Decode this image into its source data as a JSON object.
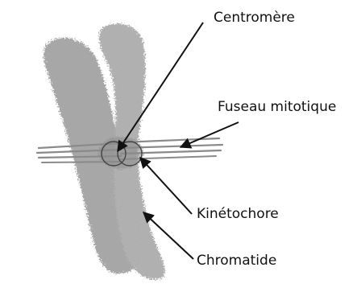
{
  "labels": {
    "centromere": "Centromère",
    "fuseau": "Fuseau mitotique",
    "kinetochore": "Kinétochore",
    "chromatide": "Chromatide"
  },
  "colors": {
    "chromatid_light": "#c4c4c4",
    "chromatid_mid": "#9a9a9a",
    "chromatid_dark": "#6a6a6a",
    "spindle": "#8a8a8a",
    "arrow": "#111111",
    "text": "#111111"
  }
}
